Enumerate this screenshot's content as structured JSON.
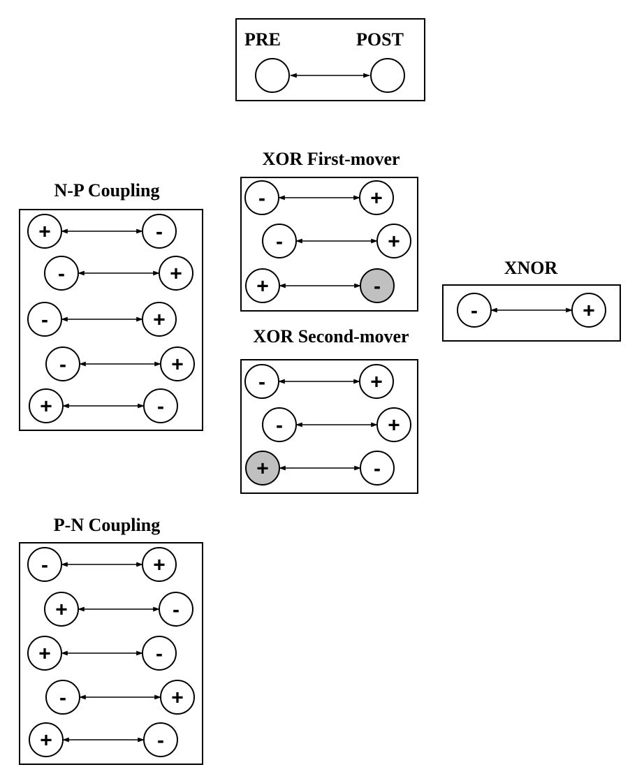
{
  "legend": {
    "pre_label": "PRE",
    "post_label": "POST"
  },
  "colors": {
    "node_fill": "#ffffff",
    "highlight_fill": "#c0c0c0",
    "stroke": "#000000"
  },
  "panels": [
    {
      "id": "np-coupling",
      "title": "N-P Coupling",
      "pairs": [
        {
          "pre": "+",
          "post": "-"
        },
        {
          "pre": "-",
          "post": "+"
        },
        {
          "pre": "-",
          "post": "+"
        },
        {
          "pre": "-",
          "post": "+"
        },
        {
          "pre": "+",
          "post": "-"
        }
      ]
    },
    {
      "id": "pn-coupling",
      "title": "P-N Coupling",
      "pairs": [
        {
          "pre": "-",
          "post": "+"
        },
        {
          "pre": "+",
          "post": "-"
        },
        {
          "pre": "+",
          "post": "-"
        },
        {
          "pre": "-",
          "post": "+"
        },
        {
          "pre": "+",
          "post": "-"
        }
      ]
    },
    {
      "id": "xor-first-mover",
      "title": "XOR First-mover",
      "pairs": [
        {
          "pre": "-",
          "post": "+"
        },
        {
          "pre": "-",
          "post": "+"
        },
        {
          "pre": "+",
          "post": "-",
          "highlight": "post"
        }
      ]
    },
    {
      "id": "xor-second-mover",
      "title": "XOR Second-mover",
      "pairs": [
        {
          "pre": "-",
          "post": "+"
        },
        {
          "pre": "-",
          "post": "+"
        },
        {
          "pre": "+",
          "post": "-",
          "highlight": "pre"
        }
      ]
    },
    {
      "id": "xnor",
      "title": "XNOR",
      "pairs": [
        {
          "pre": "-",
          "post": "+"
        }
      ]
    }
  ]
}
